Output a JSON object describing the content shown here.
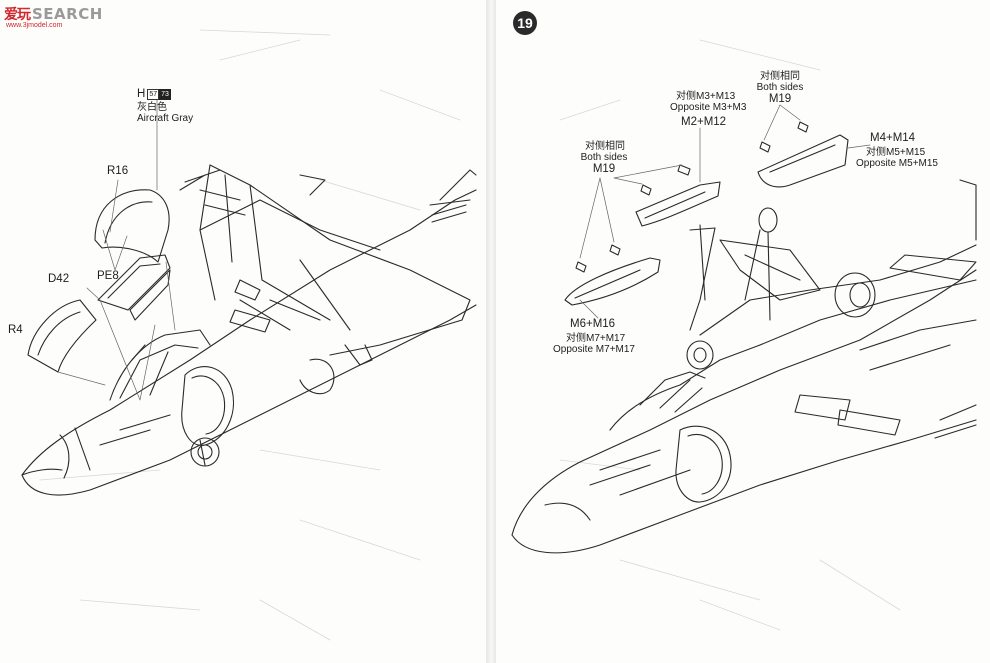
{
  "watermark": {
    "logo": "爱玩",
    "text": "SEARCH",
    "url": "www.3jmodel.com"
  },
  "left": {
    "paint": {
      "letter": "H",
      "code1": "57",
      "code2": "73",
      "cn": "灰白色",
      "en": "Aircraft Gray"
    },
    "parts": {
      "r16": "R16",
      "pe8": "PE8",
      "d42": "D42",
      "r4": "R4"
    }
  },
  "right": {
    "step": "19",
    "top_callout": {
      "cn": "对侧相同",
      "en": "Both sides",
      "part": "M19"
    },
    "m2": {
      "cn": "对侧M3+M13",
      "en": "Opposite M3+M3",
      "part": "M2+M12"
    },
    "left_callout": {
      "cn": "对侧相同",
      "en": "Both sides",
      "part": "M19"
    },
    "m4": {
      "part": "M4+M14",
      "cn": "对侧M5+M15",
      "en": "Opposite M5+M15"
    },
    "m6": {
      "part": "M6+M16",
      "cn": "对侧M7+M17",
      "en": "Opposite M7+M17"
    }
  }
}
